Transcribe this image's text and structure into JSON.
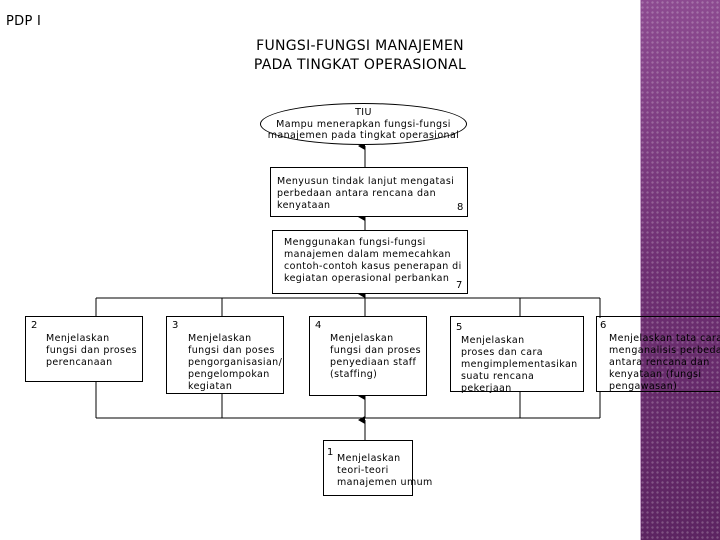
{
  "page_label": "PDP I",
  "title_line1": "FUNGSI-FUNGSI MANAJEMEN",
  "title_line2": "PADA TINGKAT OPERASIONAL",
  "tiu": {
    "line1": "TIU",
    "line2": "Mampu menerapkan fungsi-fungsi",
    "line3": "manajemen pada tingkat operasional"
  },
  "box8": {
    "number": "8",
    "lines": [
      "Menyusun tindak lanjut mengatasi",
      "perbedaan antara rencana dan",
      "kenyataan"
    ]
  },
  "box7": {
    "number": "7",
    "lines": [
      "Menggunakan fungsi-fungsi",
      "manajemen dalam memecahkan",
      "contoh-contoh kasus penerapan di",
      "kegiatan operasional perbankan"
    ]
  },
  "box2": {
    "number": "2",
    "lines": [
      "Menjelaskan",
      "fungsi dan proses",
      "perencanaan"
    ]
  },
  "box3": {
    "number": "3",
    "lines": [
      "Menjelaskan",
      "fungsi dan poses",
      "pengorganisasian/",
      "pengelompokan",
      "kegiatan"
    ]
  },
  "box4": {
    "number": "4",
    "lines": [
      "Menjelaskan",
      "fungsi dan proses",
      "penyediaan staff",
      "(staffing)"
    ]
  },
  "box5": {
    "number": "5",
    "lines": [
      "Menjelaskan",
      "proses dan cara",
      "mengimplementasikan",
      "suatu rencana pekerjaan"
    ]
  },
  "box6": {
    "number": "6",
    "lines": [
      "Menjelaskan tata cara",
      "menganalisis perbedaan",
      "antara rencana dan",
      "kenyataan (fungsi",
      "pengawasan)"
    ]
  },
  "box1": {
    "number": "1",
    "lines": [
      "Menjelaskan",
      "teori-teori",
      "manajemen umum"
    ]
  },
  "colors": {
    "side_strip": "#6e2f72",
    "line": "#000000"
  }
}
